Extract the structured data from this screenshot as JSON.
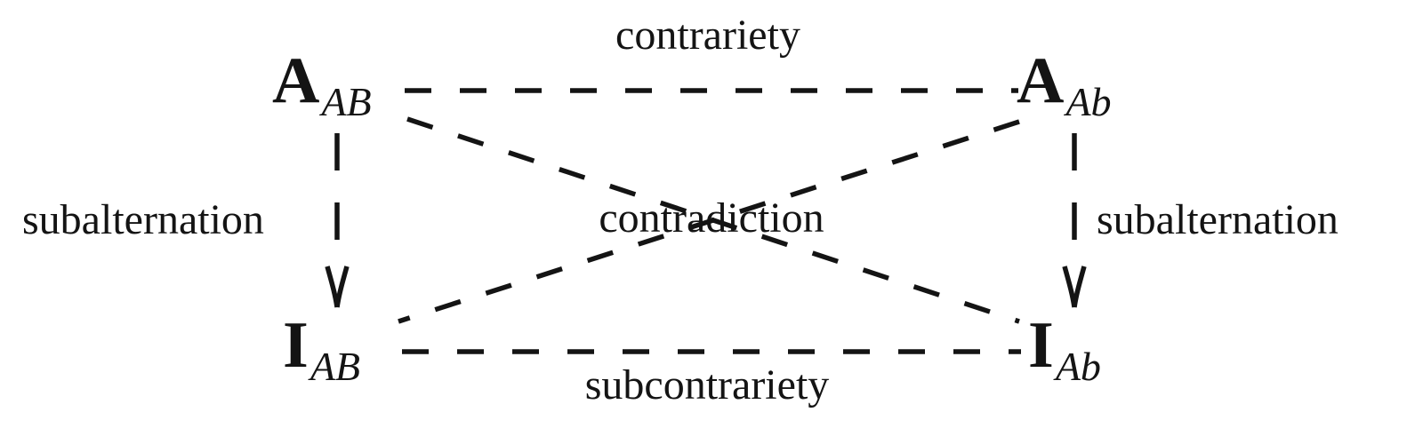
{
  "diagram": {
    "ink_color": "#141414",
    "background_color": "#ffffff",
    "nodes": [
      {
        "position": "top-left",
        "main": "A",
        "sub": "AB"
      },
      {
        "position": "top-right",
        "main": "A",
        "sub": "Ab"
      },
      {
        "position": "bottom-left",
        "main": "I",
        "sub": "AB"
      },
      {
        "position": "bottom-right",
        "main": "I",
        "sub": "Ab"
      }
    ],
    "relations": {
      "top": "contrariety",
      "diagonal": "contradiction",
      "bottom": "subcontrariety",
      "left": "subalternation",
      "right": "subalternation"
    }
  }
}
